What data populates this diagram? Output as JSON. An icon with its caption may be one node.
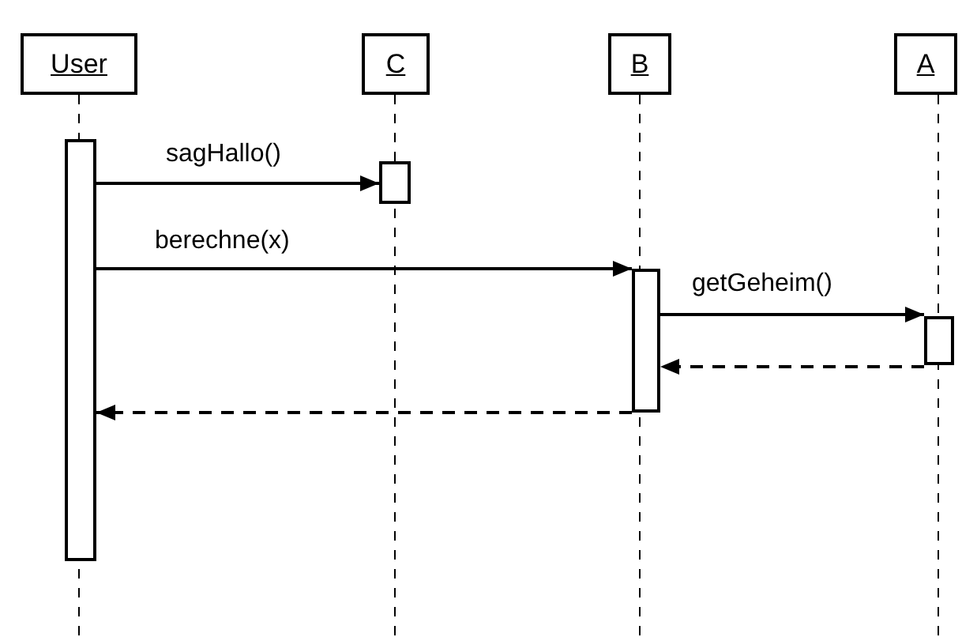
{
  "diagram": {
    "nodes": [
      {
        "text": [
          "User"
        ]
      },
      {
        "text": [
          "C"
        ]
      },
      {
        "text": [
          "B"
        ]
      },
      {
        "text": [
          "A"
        ]
      },
      {
        "text": [],
        "shape": "bar"
      },
      {
        "text": [],
        "shape": "bar"
      },
      {
        "text": [],
        "shape": "bar"
      },
      {
        "text": [],
        "shape": "bar"
      }
    ],
    "edges": [
      {
        "from": 4,
        "to": 5,
        "arrow": "to",
        "label": "sagHallo()"
      },
      {
        "from": 4,
        "to": 6,
        "arrow": "to",
        "label": "berechne(x)"
      },
      {
        "from": 6,
        "to": 7,
        "arrow": "to",
        "label": "getGeheim()"
      },
      {
        "from": 7,
        "to": 6,
        "arrow": "to",
        "style": "dashed"
      },
      {
        "from": 6,
        "to": 4,
        "arrow": "to",
        "style": "dashed"
      }
    ]
  }
}
